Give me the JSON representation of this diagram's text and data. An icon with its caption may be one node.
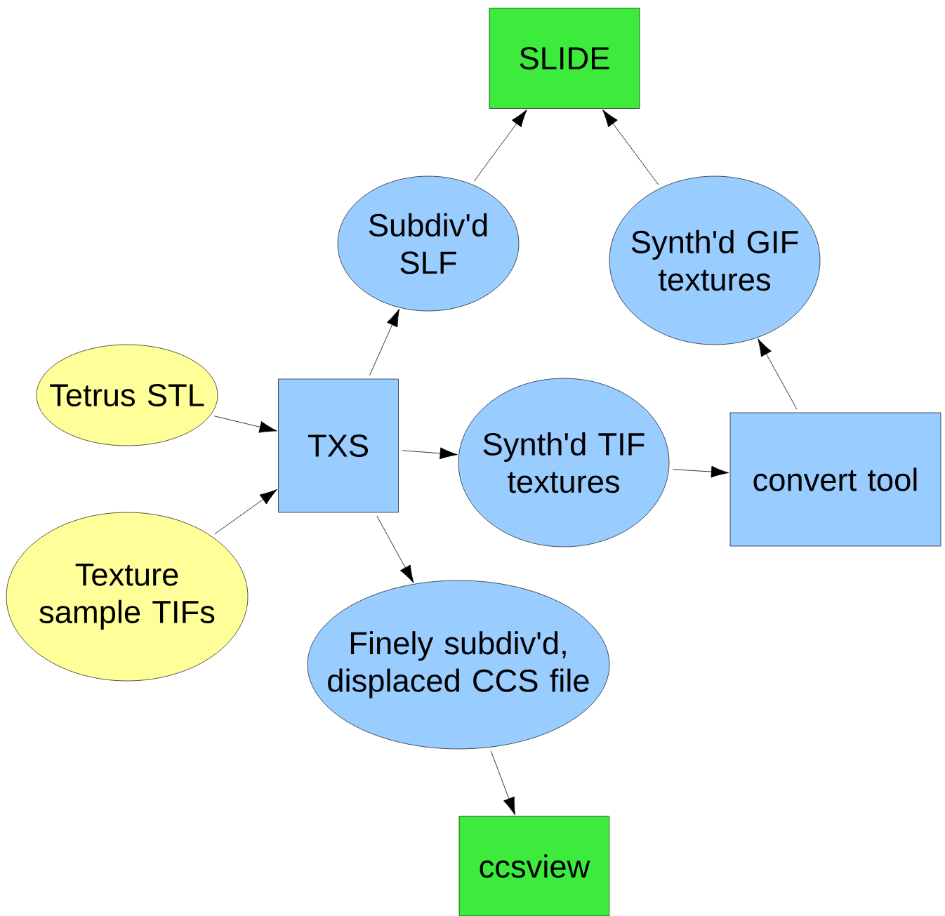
{
  "diagram": {
    "nodes": [
      {
        "text": [
          "Tetrus STL"
        ]
      },
      {
        "text": [
          "Texture sample TIFs"
        ]
      },
      {
        "text": [
          "TXS"
        ]
      },
      {
        "text": [
          "Subdiv'd SLF"
        ]
      },
      {
        "text": [
          "SLIDE"
        ]
      },
      {
        "text": [
          "Synth'd GIF textures"
        ]
      },
      {
        "text": [
          "Synth'd TIF textures"
        ]
      },
      {
        "text": [
          "convert tool"
        ]
      },
      {
        "text": [
          "Finely subdiv'd, displaced CCS file"
        ]
      },
      {
        "text": [
          "ccsview"
        ]
      }
    ],
    "edges": [
      {
        "from": 0,
        "to": 2,
        "arrow": "to"
      },
      {
        "from": 1,
        "to": 2,
        "arrow": "to"
      },
      {
        "from": 2,
        "to": 3,
        "arrow": "to"
      },
      {
        "from": 3,
        "to": 4,
        "arrow": "to"
      },
      {
        "from": 2,
        "to": 6,
        "arrow": "to"
      },
      {
        "from": 6,
        "to": 7,
        "arrow": "to"
      },
      {
        "from": 7,
        "to": 5,
        "arrow": "to"
      },
      {
        "from": 5,
        "to": 4,
        "arrow": "to"
      },
      {
        "from": 2,
        "to": 8,
        "arrow": "to"
      },
      {
        "from": 8,
        "to": 9,
        "arrow": "to"
      }
    ]
  }
}
